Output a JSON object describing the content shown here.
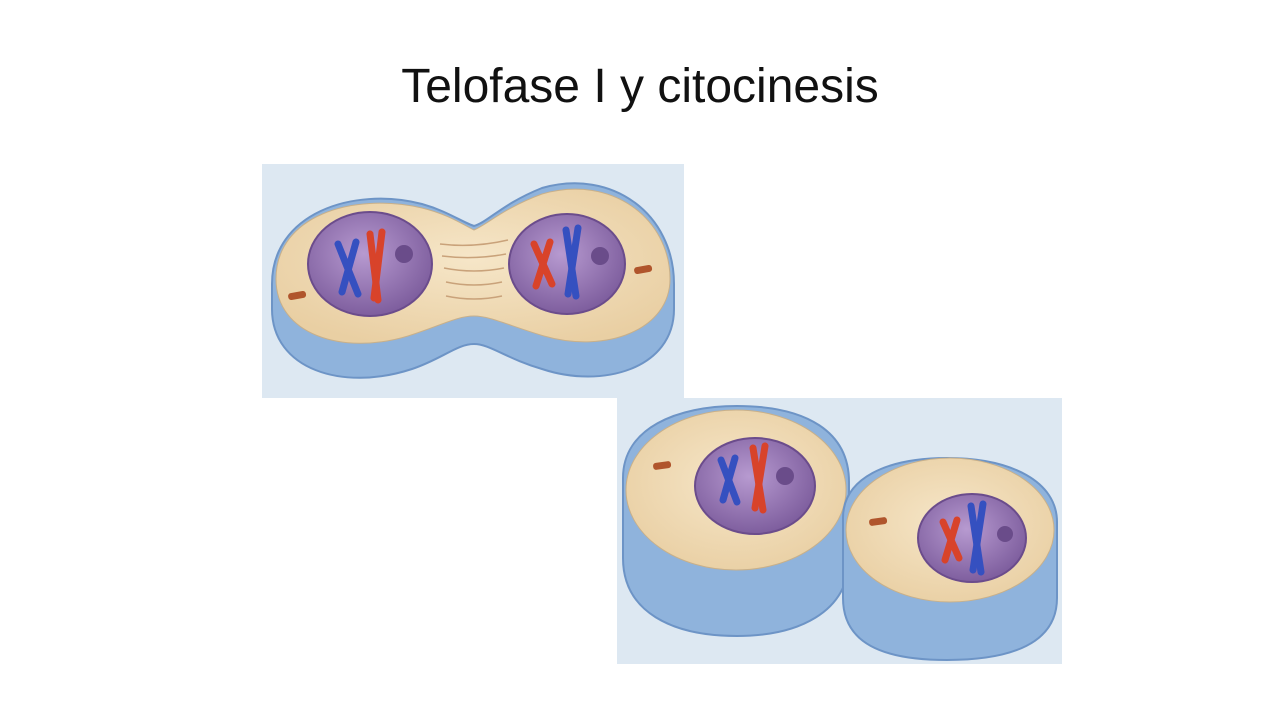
{
  "slide": {
    "title": "Telofase I y citocinesis"
  },
  "colors": {
    "background_panel": "#dde8f2",
    "membrane": "#7fa6d4",
    "cytoplasm": "#f1ddb9",
    "nucleus": "#9c7bb8",
    "chromosome_red": "#d8432a",
    "chromosome_blue": "#3550c0",
    "centriole": "#b0552c"
  },
  "figures": [
    {
      "stage": "telophase-cleavage",
      "cells": 1,
      "nuclei": 2
    },
    {
      "stage": "two-daughter-cells",
      "cells": 2,
      "nuclei": 2
    }
  ]
}
